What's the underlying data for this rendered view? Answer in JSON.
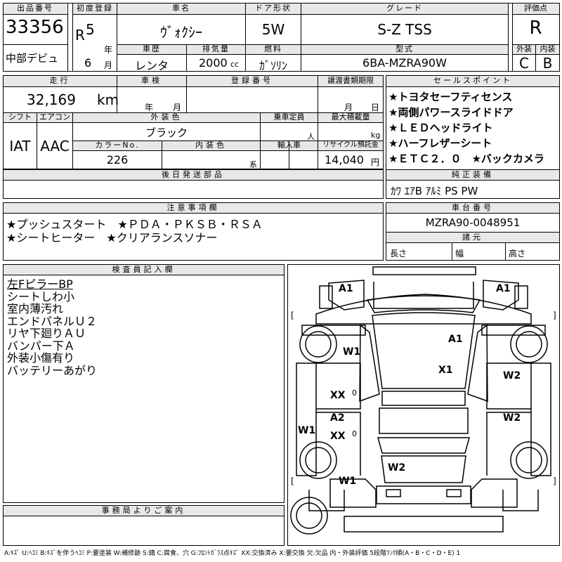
{
  "header": {
    "lot_label": "出品番号",
    "lot_no": "33356",
    "debut": "中部デビュ",
    "first_reg_label": "初度登録",
    "era": "R",
    "year": "5",
    "year_unit": "年",
    "month": "6",
    "month_unit": "月",
    "model_label": "車名",
    "model": "ｳﾞｫｸｼｰ",
    "door_label": "ドア形状",
    "door": "5W",
    "grade_label": "グレード",
    "grade": "S-Z TSS",
    "score_label": "評価点",
    "score": "R",
    "history_label": "車歴",
    "history": "レンタ",
    "displacement_label": "排気量",
    "displacement": "2000",
    "displacement_unit": "cc",
    "fuel_label": "燃料",
    "fuel": "ｶﾞｿﾘﾝ",
    "type_label": "型式",
    "type": "6BA-MZRA90W",
    "ext_label": "外装",
    "ext_score": "C",
    "int_label": "内装",
    "int_score": "B"
  },
  "info": {
    "mileage_label": "走行",
    "mileage": "32,169",
    "mileage_unit": "km",
    "inspection_label": "車検",
    "year_unit": "年",
    "month_unit": "月",
    "day_unit": "日",
    "reg_label": "登録番号",
    "transfer_label": "譲渡書類期限",
    "shift_label": "シフト",
    "shift": "IAT",
    "ac_label": "エアコン",
    "ac": "AAC",
    "color_label": "外装色",
    "color": "ブラック",
    "capacity_label": "乗車定員",
    "capacity_unit": "人",
    "load_label": "最大積載量",
    "load_unit": "kg",
    "color_no_label": "カラーNo.",
    "color_no": "226",
    "interior_label": "内装色",
    "interior_unit": "系",
    "import_label": "輸入車",
    "recycle_label": "リサイクル預託金",
    "recycle": "14,040",
    "recycle_unit": "円",
    "later_label": "後日発送部品"
  },
  "sales_points": {
    "title": "セールスポイント",
    "items": [
      "★トヨタセーフティセンス",
      "★両側パワースライドドア",
      "★ＬＥＤヘッドライト",
      "★ハーフレザーシート",
      "★ＥＴＣ２．０　★バックカメラ"
    ]
  },
  "genuine": {
    "title": "純正装備",
    "text": "ｶﾜ ｴｱB ｱﾙﾐ PS PW"
  },
  "notes": {
    "title": "注意事項欄",
    "lines": [
      "★プッシュスタート　★ＰＤＡ・ＰＫＳＢ・ＲＳＡ",
      "★シートヒーター　★クリアランスソナー"
    ]
  },
  "chassis": {
    "title": "車台番号",
    "value": "MZRA90-0048951"
  },
  "dims": {
    "title": "諸元",
    "length": "長さ",
    "width": "幅",
    "height": "高さ"
  },
  "inspector": {
    "title": "検査員記入欄",
    "lines": [
      "左FピラーBP",
      "シートしわ小",
      "室内薄汚れ",
      "エンドパネルＵ２",
      "リヤ下廻りＡＵ",
      "バンパー下Ａ",
      "外装小傷有り",
      "バッテリーあがり"
    ]
  },
  "office": {
    "title": "事務局よりご案内"
  },
  "diagram_marks": {
    "a1_left": "A1",
    "a1_right": "A1",
    "a1_hood": "A1",
    "w1_front": "W1",
    "x1": "X1",
    "w2_right": "W2",
    "xx_left": "XX",
    "o1": "0",
    "a2": "A2",
    "xx_left2": "XX",
    "o2": "0",
    "w2_right2": "W2",
    "w1_left": "W1",
    "w2_rear": "W2",
    "w1_rear": "W1",
    "br_left": "[",
    "br_right": "]",
    "br_left2": "[",
    "br_right2": "]"
  },
  "legend": "A:ｷｽﾞ U:ﾍｺﾐ B:ｷｽﾞを伴うﾍｺﾐ P:要塗装 W:補修跡 S:錆 C:腐食、穴 G:ﾌﾛﾝﾄｶﾞﾗｽ点ｷｽﾞ XX:交換済み X:要交換 欠:欠品 内・外装評価 5段階ﾗﾝｸ順(A・B・C・D・E) 1"
}
